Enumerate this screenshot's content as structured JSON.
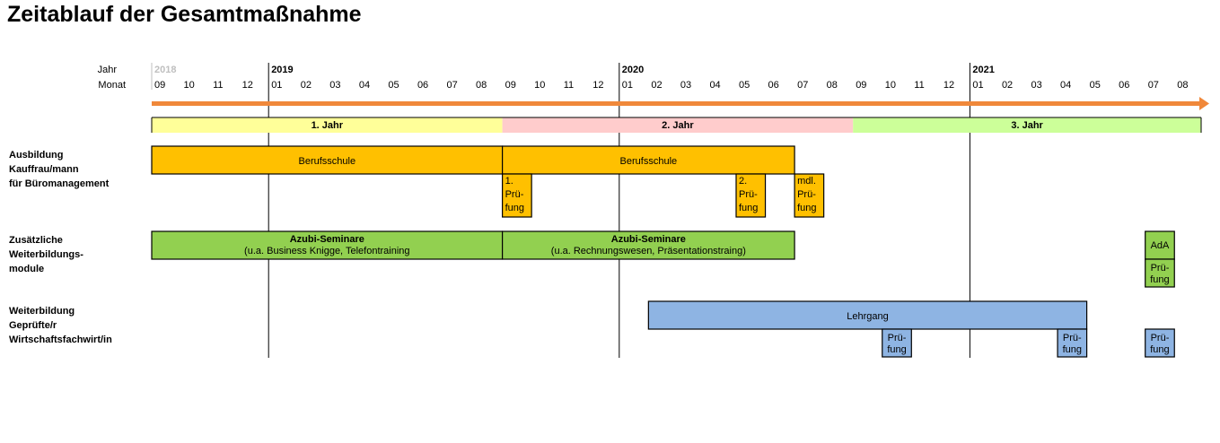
{
  "title": "Zeitablauf der Gesamtmaßnahme",
  "header": {
    "year_label": "Jahr",
    "month_label": "Monat"
  },
  "years": [
    {
      "label": "2018",
      "start": 0,
      "muted": true
    },
    {
      "label": "2019",
      "start": 4,
      "muted": false
    },
    {
      "label": "2020",
      "start": 16,
      "muted": false
    },
    {
      "label": "2021",
      "start": 28,
      "muted": false
    }
  ],
  "months": [
    "09",
    "10",
    "11",
    "12",
    "01",
    "02",
    "03",
    "04",
    "05",
    "06",
    "07",
    "08",
    "09",
    "10",
    "11",
    "12",
    "01",
    "02",
    "03",
    "04",
    "05",
    "06",
    "07",
    "08",
    "09",
    "10",
    "11",
    "12",
    "01",
    "02",
    "03",
    "04",
    "05",
    "06",
    "07",
    "08"
  ],
  "phases": [
    {
      "label": "1. Jahr",
      "start": 0,
      "end": 12,
      "color": "#ffff99"
    },
    {
      "label": "2. Jahr",
      "start": 12,
      "end": 24,
      "color": "#ffcccc"
    },
    {
      "label": "3. Jahr",
      "start": 24,
      "end": 36,
      "color": "#ccff99"
    }
  ],
  "rows": [
    {
      "label": [
        "Ausbildung",
        "Kauffrau/mann",
        "für Büromanagement"
      ]
    },
    {
      "label": [
        "Zusätzliche",
        "Weiterbildungs-",
        "module"
      ]
    },
    {
      "label": [
        "Weiterbildung",
        "Geprüfte/r",
        "Wirtschaftsfachwirt/in"
      ]
    }
  ],
  "colors": {
    "orange": "#ffc000",
    "green": "#92d050",
    "blue": "#8eb4e3",
    "arrow": "#f0883a",
    "muted_year": "#bfbfbf"
  },
  "chart_data": {
    "type": "gantt",
    "tasks": [
      {
        "row": 0,
        "lane": "bar",
        "label": [
          "Berufsschule"
        ],
        "start": 0,
        "end": 12,
        "color": "orange"
      },
      {
        "row": 0,
        "lane": "bar",
        "label": [
          "Berufsschule"
        ],
        "start": 12,
        "end": 22,
        "color": "orange"
      },
      {
        "row": 0,
        "lane": "box",
        "label": [
          "1.",
          "Prü-",
          "fung"
        ],
        "start": 12,
        "end": 13,
        "color": "orange"
      },
      {
        "row": 0,
        "lane": "box",
        "label": [
          "2.",
          "Prü-",
          "fung"
        ],
        "start": 20,
        "end": 21,
        "color": "orange"
      },
      {
        "row": 0,
        "lane": "box",
        "label": [
          "mdl.",
          "Prü-",
          "fung"
        ],
        "start": 22,
        "end": 23,
        "color": "orange"
      },
      {
        "row": 1,
        "lane": "bar",
        "label": [
          "Azubi-Seminare",
          "(u.a. Business Knigge, Telefontraining"
        ],
        "start": 0,
        "end": 12,
        "color": "green"
      },
      {
        "row": 1,
        "lane": "bar",
        "label": [
          "Azubi-Seminare",
          "(u.a. Rechnungswesen, Präsentationstraing)"
        ],
        "start": 12,
        "end": 22,
        "color": "green"
      },
      {
        "row": 1,
        "lane": "small",
        "label": [
          "AdA"
        ],
        "start": 34,
        "end": 35,
        "color": "green"
      },
      {
        "row": 1,
        "lane": "small2",
        "label": [
          "Prü-",
          "fung"
        ],
        "start": 34,
        "end": 35,
        "color": "green"
      },
      {
        "row": 2,
        "lane": "bar",
        "label": [
          "Lehrgang"
        ],
        "start": 17,
        "end": 32,
        "color": "blue"
      },
      {
        "row": 2,
        "lane": "small",
        "label": [
          "Prü-",
          "fung"
        ],
        "start": 25,
        "end": 26,
        "color": "blue"
      },
      {
        "row": 2,
        "lane": "small",
        "label": [
          "Prü-",
          "fung"
        ],
        "start": 31,
        "end": 32,
        "color": "blue"
      },
      {
        "row": 2,
        "lane": "small",
        "label": [
          "Prü-",
          "fung"
        ],
        "start": 34,
        "end": 35,
        "color": "blue"
      }
    ]
  }
}
